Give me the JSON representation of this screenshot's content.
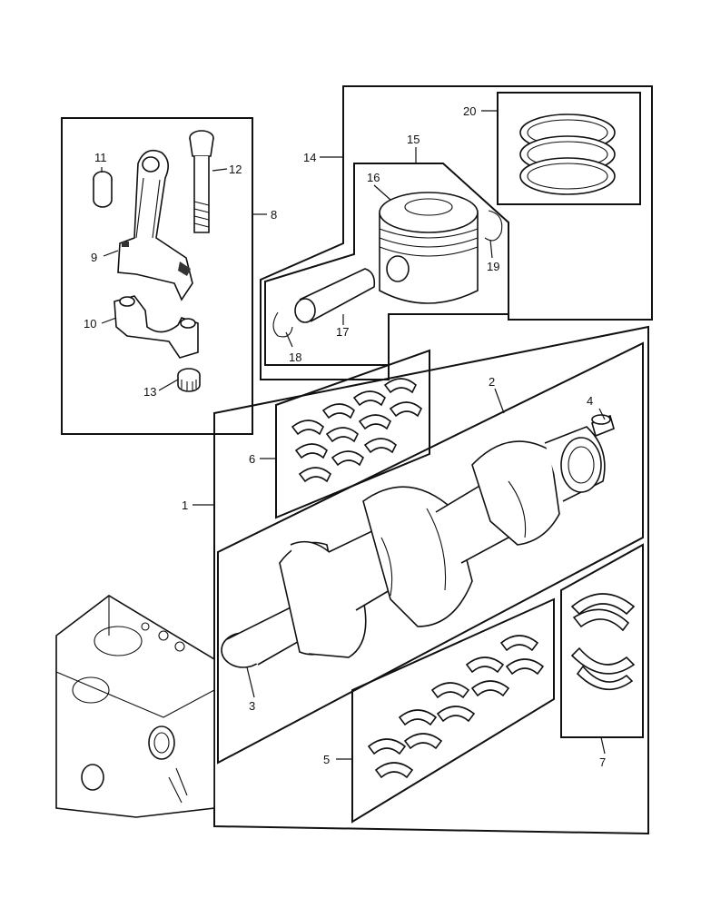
{
  "callouts": {
    "c1": "1",
    "c2": "2",
    "c3": "3",
    "c4": "4",
    "c5": "5",
    "c6": "6",
    "c7": "7",
    "c8": "8",
    "c9": "9",
    "c10": "10",
    "c11": "11",
    "c12": "12",
    "c13": "13",
    "c14": "14",
    "c15": "15",
    "c16": "16",
    "c17": "17",
    "c18": "18",
    "c19": "19",
    "c20": "20"
  },
  "colors": {
    "ink": "#111111",
    "paper": "#ffffff"
  }
}
